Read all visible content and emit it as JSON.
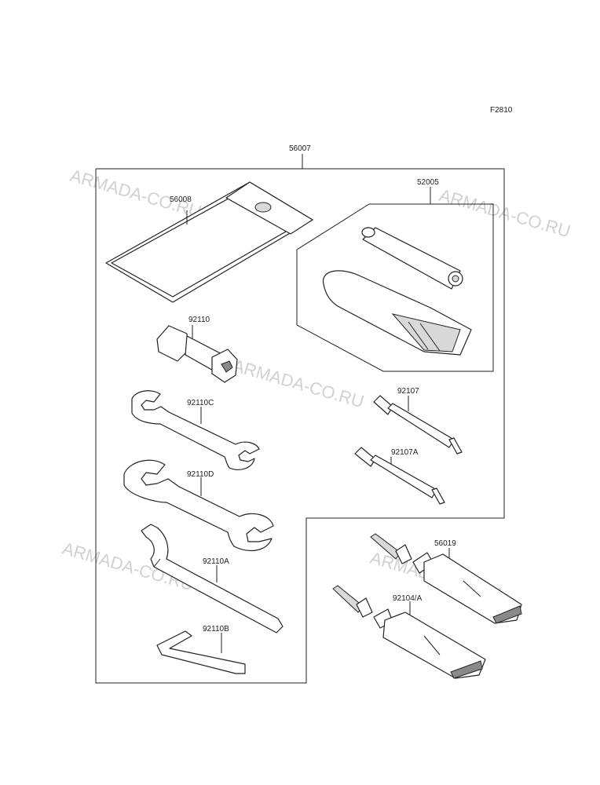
{
  "figure_code": "F2810",
  "watermark_text": "ARMADA-CO.RU",
  "colors": {
    "line": "#222222",
    "watermark": "#c9c9c9",
    "background": "#ffffff"
  },
  "parts": [
    {
      "ref": "56007",
      "item": "tool-kit-assembly"
    },
    {
      "ref": "56008",
      "item": "tool-bag"
    },
    {
      "ref": "52005",
      "item": "tire-repair-kit"
    },
    {
      "ref": "92110",
      "item": "spark-plug-wrench"
    },
    {
      "ref": "92110C",
      "item": "open-end-wrench-small"
    },
    {
      "ref": "92110D",
      "item": "open-end-wrench-large"
    },
    {
      "ref": "92110A",
      "item": "hook-spanner-wrench"
    },
    {
      "ref": "92110B",
      "item": "hex-key"
    },
    {
      "ref": "92107",
      "item": "screwdriver-bit"
    },
    {
      "ref": "92107A",
      "item": "screwdriver-bit"
    },
    {
      "ref": "56019",
      "item": "tube-with-nozzle"
    },
    {
      "ref": "92104/A",
      "item": "tube-with-nozzle"
    }
  ]
}
